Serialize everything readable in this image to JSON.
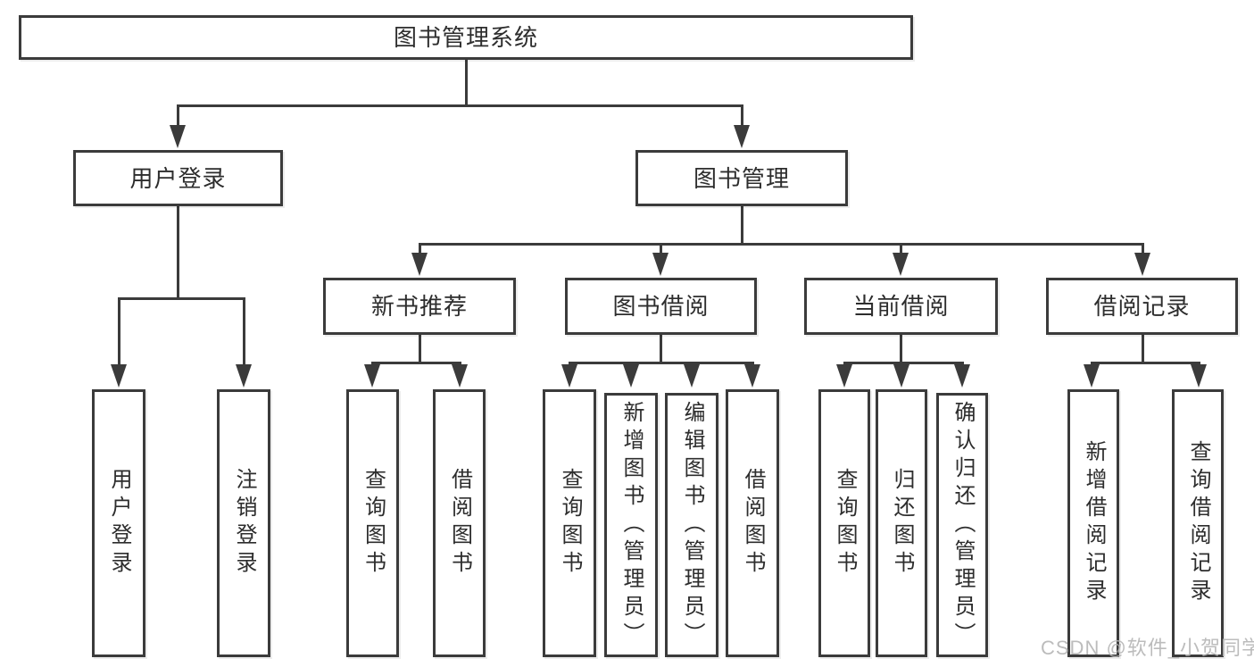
{
  "diagram": {
    "title": "图书管理系统",
    "root": {
      "label": "图书管理系统"
    },
    "level2": [
      {
        "label": "用户登录",
        "parent": "图书管理系统"
      },
      {
        "label": "图书管理",
        "parent": "图书管理系统"
      }
    ],
    "level3": [
      {
        "label": "新书推荐",
        "parent": "图书管理"
      },
      {
        "label": "图书借阅",
        "parent": "图书管理"
      },
      {
        "label": "当前借阅",
        "parent": "图书管理"
      },
      {
        "label": "借阅记录",
        "parent": "图书管理"
      }
    ],
    "leaves": [
      {
        "label": "用户登录",
        "parent": "用户登录"
      },
      {
        "label": "注销登录",
        "parent": "用户登录"
      },
      {
        "label": "查询图书",
        "parent": "新书推荐"
      },
      {
        "label": "借阅图书",
        "parent": "新书推荐"
      },
      {
        "label": "查询图书",
        "parent": "图书借阅"
      },
      {
        "label": "新增图书（管理员）",
        "parent": "图书借阅"
      },
      {
        "label": "编辑图书（管理员）",
        "parent": "图书借阅"
      },
      {
        "label": "借阅图书",
        "parent": "图书借阅"
      },
      {
        "label": "查询图书",
        "parent": "当前借阅"
      },
      {
        "label": "归还图书",
        "parent": "当前借阅"
      },
      {
        "label": "确认归还（管理员）",
        "parent": "当前借阅"
      },
      {
        "label": "新增借阅记录",
        "parent": "借阅记录"
      },
      {
        "label": "查询借阅记录",
        "parent": "借阅记录"
      }
    ]
  },
  "watermark": {
    "text": "CSDN @软件_小贺同学"
  },
  "colors": {
    "line": "#3b3b3b",
    "text": "#2d2d2d",
    "box_fill": "#ffffff",
    "background": "#ffffff",
    "watermark": "#b5b5b5"
  }
}
